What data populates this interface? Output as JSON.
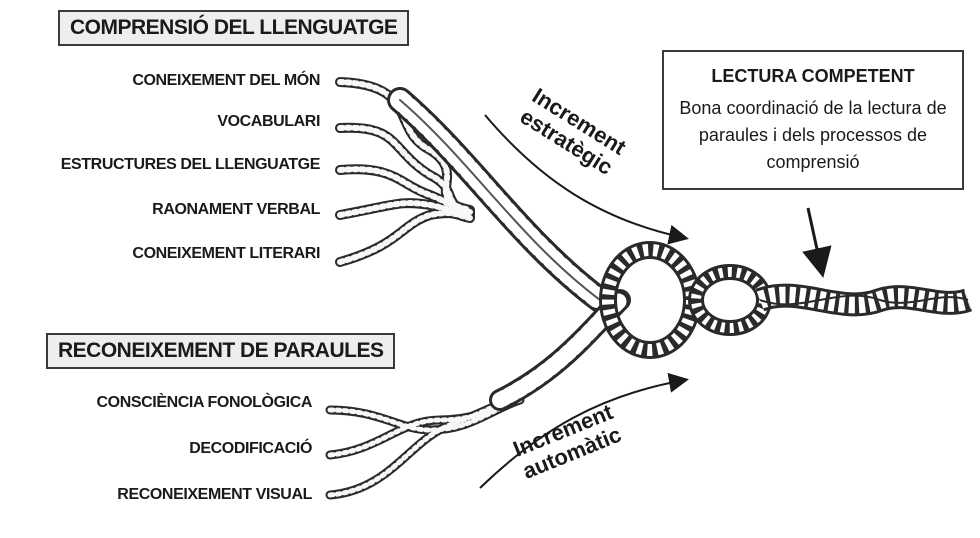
{
  "language_comprehension": {
    "title": "COMPRENSIÓ DEL LLENGUATGE",
    "strands": [
      "CONEIXEMENT DEL MÓN",
      "VOCABULARI",
      "ESTRUCTURES DEL LLENGUATGE",
      "RAONAMENT VERBAL",
      "CONEIXEMENT LITERARI"
    ]
  },
  "word_recognition": {
    "title": "RECONEIXEMENT DE PARAULES",
    "strands": [
      "CONSCIÈNCIA FONOLÒGICA",
      "DECODIFICACIÓ",
      "RECONEIXEMENT VISUAL"
    ]
  },
  "competent_reading": {
    "title": "LECTURA COMPETENT",
    "body": "Bona coordinació de la lectura de paraules i dels processos de comprensió"
  },
  "strategic_increase": {
    "line1": "Increment",
    "line2": "estratègic"
  },
  "automatic_increase": {
    "line1": "Increment",
    "line2": "automàtic"
  }
}
